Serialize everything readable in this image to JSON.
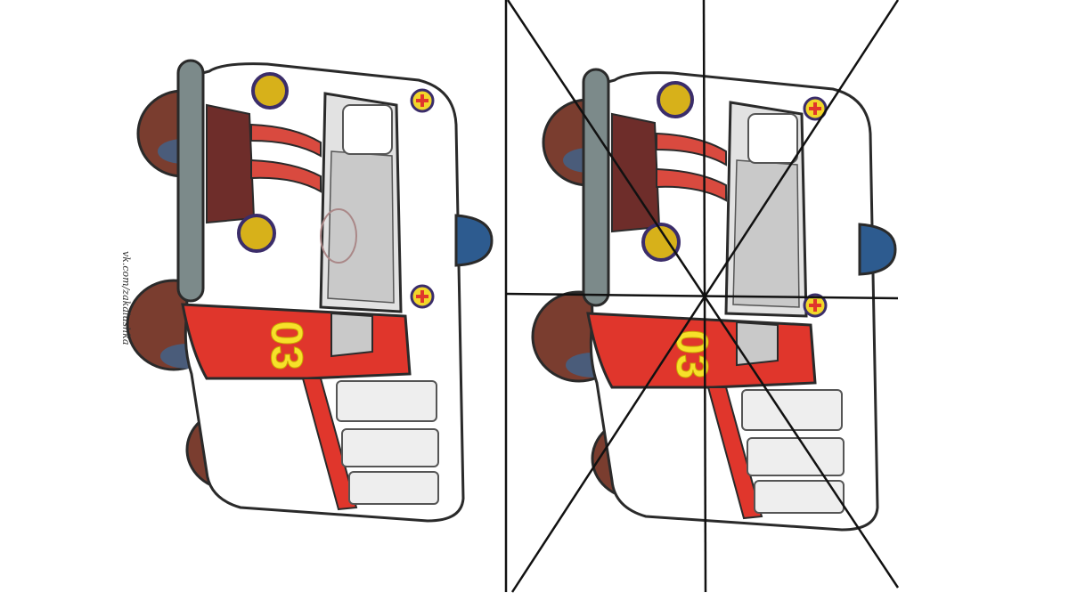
{
  "left_picture": {
    "vehicle_number": "03",
    "watermark": "vk.com/zakalushka"
  },
  "right_picture": {
    "vehicle_number": "03",
    "cut_lines": 4
  },
  "colors": {
    "body": "#ffffff",
    "outline": "#2a2a2a",
    "red": "#e0362c",
    "stripe": "#d94a3f",
    "number_yellow": "#f7e12a",
    "wheel": "#7a3d2f",
    "lamp_gold": "#d7b11a",
    "siren_blue": "#2d5b8f",
    "window_gray": "#c9c9c9",
    "grille": "#eeeeee"
  }
}
